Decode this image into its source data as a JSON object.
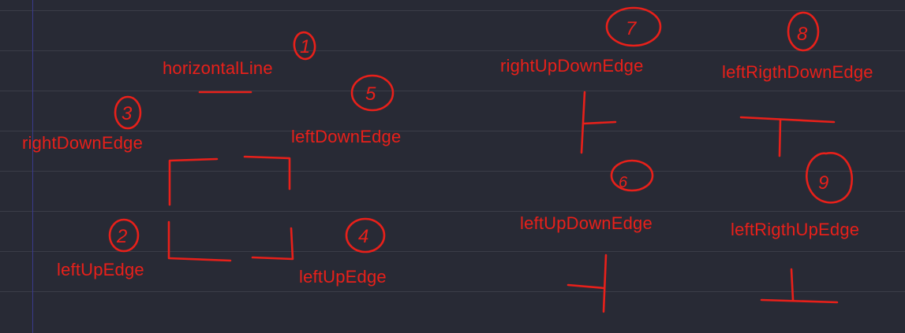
{
  "notebook": {
    "colors": {
      "background": "#282a35",
      "rule": "#3b3d48",
      "margin": "#3a3a8c",
      "ink": "#e8201a"
    }
  },
  "labels": {
    "horizontal_line": "horizontalLine",
    "right_down_edge": "rightDownEdge",
    "left_down_edge": "leftDownEdge",
    "left_up_edge_a": "leftUpEdge",
    "left_up_edge_b": "leftUpEdge",
    "right_up_down_edge": "rightUpDownEdge",
    "left_rigth_down_edge": "leftRigthDownEdge",
    "left_up_down_edge": "leftUpDownEdge",
    "left_rigth_up_edge": "leftRigthUpEdge"
  },
  "numbers": {
    "n1": "1",
    "n2": "2",
    "n3": "3",
    "n4": "4",
    "n5": "5",
    "n6": "6",
    "n7": "7",
    "n8": "8",
    "n9": "9"
  }
}
